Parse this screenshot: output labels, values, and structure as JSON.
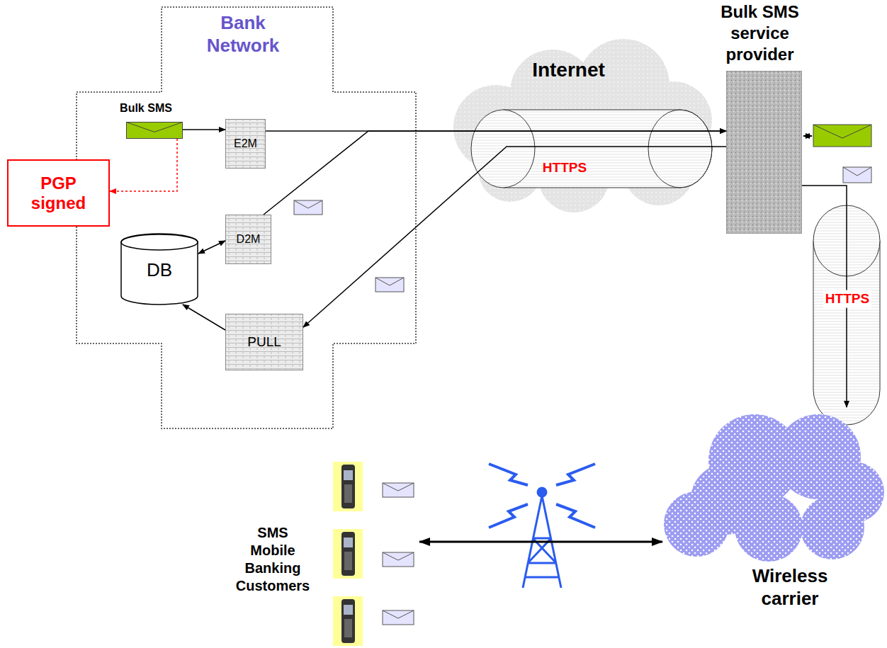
{
  "diagram": {
    "nodes": [
      {
        "text": [
          "Bank Network"
        ]
      },
      {
        "text": [
          "Bulk SMS"
        ],
        "in": 0
      },
      {
        "text": [
          "E2M"
        ],
        "in": 0
      },
      {
        "text": [
          "D2M"
        ],
        "in": 0
      },
      {
        "text": [
          "DB"
        ],
        "in": 0
      },
      {
        "text": [
          "PULL"
        ],
        "in": 0
      },
      {
        "text": [
          "PGP signed"
        ]
      },
      {
        "text": [
          "Internet",
          "HTTPS"
        ]
      },
      {
        "text": [
          "Bulk SMS service provider"
        ]
      },
      {
        "text": [
          "Wireless carrier"
        ]
      },
      {
        "text": [
          "SMS Mobile Banking Customers"
        ]
      }
    ],
    "edges": [
      {
        "from": 1,
        "to": 2,
        "arrow": "to"
      },
      {
        "from": 1,
        "to": 6,
        "arrow": "to"
      },
      {
        "from": 2,
        "to": 8,
        "arrow": "to"
      },
      {
        "from": 3,
        "to": 8,
        "arrow": "to"
      },
      {
        "from": 8,
        "to": 5,
        "arrow": "to"
      },
      {
        "from": 3,
        "to": 4,
        "arrow": "both"
      },
      {
        "from": 5,
        "to": 4,
        "arrow": "to"
      },
      {
        "from": 8,
        "to": 9,
        "label": "HTTPS",
        "arrow": "to"
      },
      {
        "from": 10,
        "to": 9,
        "arrow": "both"
      }
    ]
  }
}
